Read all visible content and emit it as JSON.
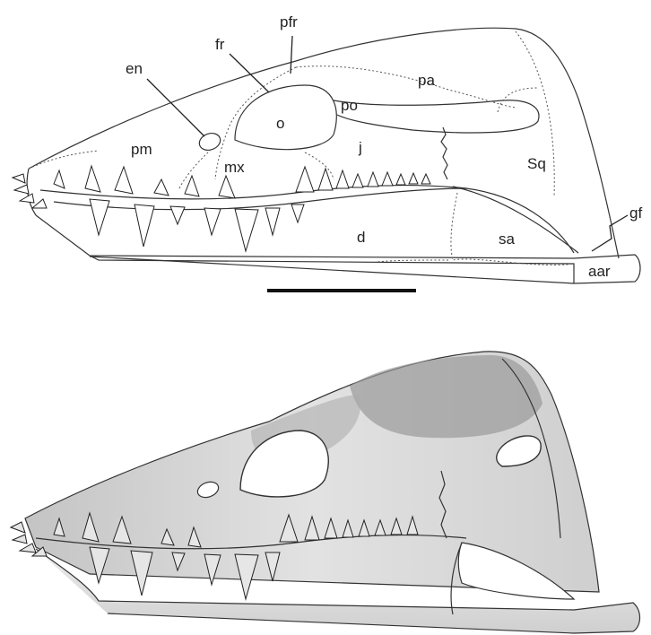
{
  "labels": {
    "pfr": "pfr",
    "fr": "fr",
    "en": "en",
    "pa": "pa",
    "po": "po",
    "o": "o",
    "pm": "pm",
    "mx": "mx",
    "j": "j",
    "sq": "Sq",
    "gf": "gf",
    "d": "d",
    "sa": "sa",
    "aar": "aar"
  },
  "colors": {
    "line": "#333333",
    "shade_dark": "#8a8a8a",
    "shade_mid": "#bdbdbd",
    "shade_light": "#dedede",
    "background": "#ffffff"
  }
}
